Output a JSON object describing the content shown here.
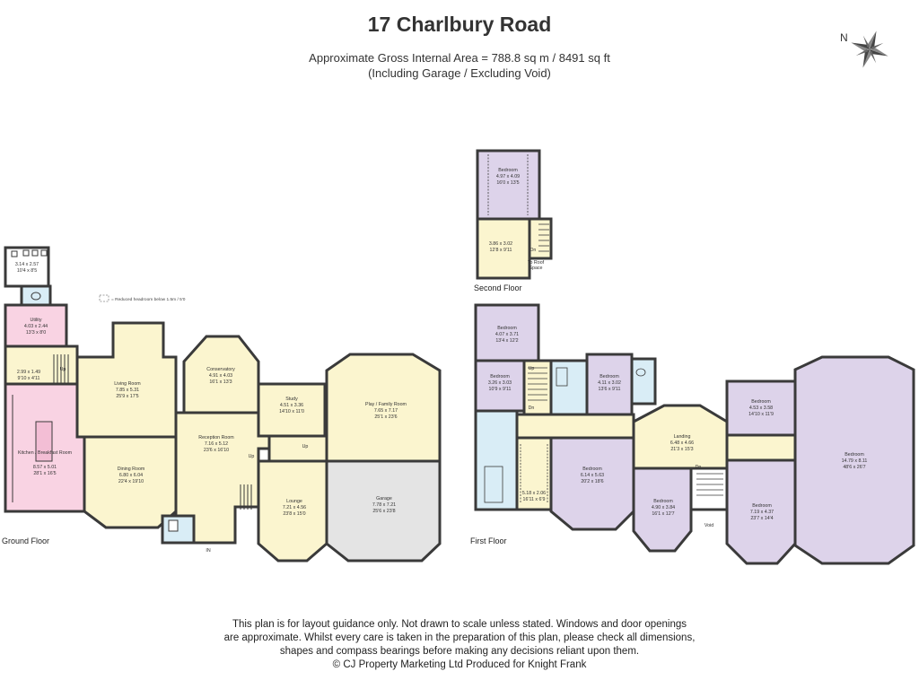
{
  "title": "17 Charlbury Road",
  "area_line": "Approximate Gross Internal Area = 788.8 sq m / 8491 sq ft",
  "area_note": "(Including Garage / Excluding Void)",
  "compass_label": "N",
  "legend_note": "= Reduced headroom below 1.5m / 5'0",
  "floor_labels": {
    "ground": "Ground Floor",
    "first": "First Floor",
    "second": "Second Floor"
  },
  "disclaimer": [
    "This plan is for layout guidance only. Not drawn to scale unless stated. Windows and door openings",
    "are approximate. Whilst every care is taken in the preparation of this plan, please check all dimensions,",
    "shapes and compass bearings before making any decisions reliant upon them.",
    "© CJ Property Marketing Ltd Produced for Knight Frank"
  ],
  "colors": {
    "wall": "#3a3a3a",
    "yellow": "#fbf5cf",
    "lilac": "#ddd3ea",
    "pink": "#f9d3e3",
    "grey": "#e4e4e4",
    "blue": "#d9edf6"
  },
  "rooms": {
    "outbuilding": {
      "name": "",
      "dims": "3.14 x 2.57",
      "imp": "10'4 x 8'5"
    },
    "utility": {
      "name": "Utility",
      "dims": "4.03 x 2.44",
      "imp": "13'3 x 8'0"
    },
    "boot": {
      "name": "",
      "dims": "2.99 x 1.49",
      "imp": "9'10 x 4'11"
    },
    "kitchen": {
      "name": "Kitchen / Breakfast Room",
      "dims": "8.57 x 5.01",
      "imp": "28'1 x 16'5"
    },
    "living": {
      "name": "Living Room",
      "dims": "7.85 x 5.31",
      "imp": "25'9 x 17'5"
    },
    "dining": {
      "name": "Dining Room",
      "dims": "6.80 x 6.04",
      "imp": "22'4 x 19'10"
    },
    "conservatory": {
      "name": "Conservatory",
      "dims": "4.91 x 4.03",
      "imp": "16'1 x 13'3"
    },
    "reception": {
      "name": "Reception Room",
      "dims": "7.16 x 5.12",
      "imp": "23'6 x 16'10"
    },
    "study": {
      "name": "Study",
      "dims": "4.51 x 3.36",
      "imp": "14'10 x 11'0"
    },
    "play": {
      "name": "Play / Family Room",
      "dims": "7.65 x 7.17",
      "imp": "25'1 x 23'6"
    },
    "lounge": {
      "name": "Lounge",
      "dims": "7.21 x 4.56",
      "imp": "23'8 x 15'0"
    },
    "garage": {
      "name": "Garage",
      "dims": "7.78 x 7.21",
      "imp": "25'6 x 23'8"
    },
    "sf_bedroom": {
      "name": "Bedroom",
      "dims": "4.97 x 4.09",
      "imp": "16'0 x 13'5"
    },
    "sf_room": {
      "name": "",
      "dims": "3.86 x 3.02",
      "imp": "12'8 x 9'11"
    },
    "ff_bed_a": {
      "name": "Bedroom",
      "dims": "4.07 x 3.71",
      "imp": "13'4 x 12'2"
    },
    "ff_bed_b": {
      "name": "Bedroom",
      "dims": "3.26 x 3.03",
      "imp": "10'9 x 9'11"
    },
    "ff_bed_c": {
      "name": "Bedroom",
      "dims": "4.11 x 3.02",
      "imp": "13'6 x 9'11"
    },
    "ff_bed_d": {
      "name": "Bedroom",
      "dims": "4.53 x 3.58",
      "imp": "14'10 x 11'9"
    },
    "ff_bedroom_big": {
      "name": "Bedroom",
      "dims": "14.79 x 8.11",
      "imp": "48'6 x 26'7"
    },
    "landing": {
      "name": "Landing",
      "dims": "6.48 x 4.66",
      "imp": "21'3 x 15'3"
    },
    "ff_bed_e": {
      "name": "Bedroom",
      "dims": "6.14 x 5.63",
      "imp": "20'2 x 18'6"
    },
    "ff_dress": {
      "name": "",
      "dims": "5.18 x 2.06",
      "imp": "16'11 x 6'9"
    },
    "ff_bed_f": {
      "name": "Bedroom",
      "dims": "4.90 x 3.84",
      "imp": "16'1 x 12'7"
    },
    "ff_bed_g": {
      "name": "Bedroom",
      "dims": "7.19 x 4.37",
      "imp": "23'7 x 14'4"
    }
  },
  "small_labels": {
    "up": "Up",
    "dn": "Dn",
    "in": "IN",
    "void": "Void",
    "roof": "To Roof",
    "space": "Space"
  }
}
